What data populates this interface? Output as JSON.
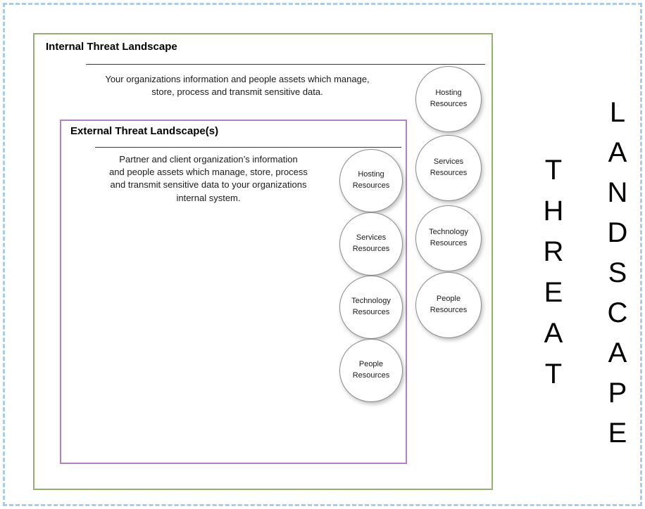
{
  "internal_landscape": {
    "title": "Internal Threat Landscape",
    "description": "Your organizations information and people assets which manage,\nstore, process and transmit sensitive data.",
    "circles": [
      {
        "label": "Hosting\nResources"
      },
      {
        "label": "Services\nResources"
      },
      {
        "label": "Technology\nResources"
      },
      {
        "label": "People\nResources"
      }
    ]
  },
  "external_landscape": {
    "title": "External Threat Landscape(s)",
    "description": "Partner and client organization’s information\nand people assets which manage, store, process\nand transmit sensitive data to your organizations\ninternal system.",
    "circles": [
      {
        "label": "Hosting\nResources"
      },
      {
        "label": "Services\nResources"
      },
      {
        "label": "Technology\nResources"
      },
      {
        "label": "People\nResources"
      }
    ]
  },
  "vertical_text": {
    "threat": "THREAT",
    "landscape": "LANDSCAPE"
  },
  "colors": {
    "outer_dashed_border": "#a9cce8",
    "internal_box_border": "#94b072",
    "external_box_border": "#b57fc4",
    "circle_border": "#8c8c8c",
    "rule_line": "#3a3a3a"
  }
}
